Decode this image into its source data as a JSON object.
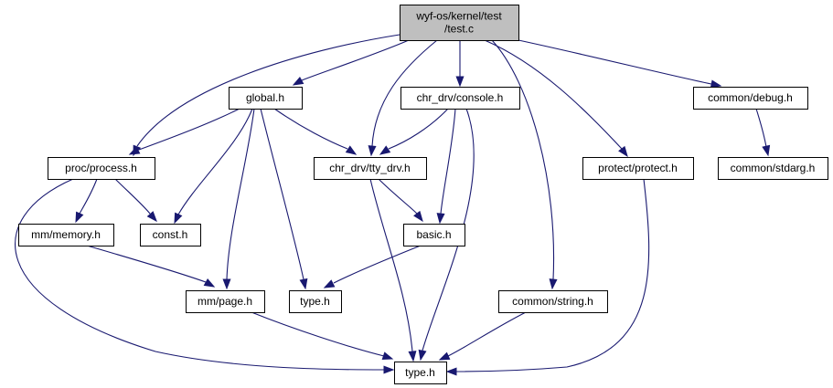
{
  "diagram": {
    "colors": {
      "edge": "#191970",
      "root_fill": "#bfbfbf",
      "node_fill": "#ffffff",
      "node_border": "#000000",
      "missing_border": "#bfbfbf"
    },
    "nodes": [
      {
        "id": "root",
        "lines": [
          "wyf-os/kernel/test",
          "/test.c"
        ],
        "style": "root"
      },
      {
        "id": "global",
        "lines": [
          "global.h"
        ],
        "style": "normal"
      },
      {
        "id": "console",
        "lines": [
          "chr_drv/console.h"
        ],
        "style": "normal"
      },
      {
        "id": "debug",
        "lines": [
          "common/debug.h"
        ],
        "style": "normal"
      },
      {
        "id": "process",
        "lines": [
          "proc/process.h"
        ],
        "style": "normal"
      },
      {
        "id": "tty",
        "lines": [
          "chr_drv/tty_drv.h"
        ],
        "style": "normal"
      },
      {
        "id": "protect",
        "lines": [
          "protect/protect.h"
        ],
        "style": "normal"
      },
      {
        "id": "stdarg",
        "lines": [
          "common/stdarg.h"
        ],
        "style": "normal"
      },
      {
        "id": "memory",
        "lines": [
          "mm/memory.h"
        ],
        "style": "normal"
      },
      {
        "id": "const",
        "lines": [
          "const.h"
        ],
        "style": "normal"
      },
      {
        "id": "basic",
        "lines": [
          "basic.h"
        ],
        "style": "normal"
      },
      {
        "id": "page",
        "lines": [
          "mm/page.h"
        ],
        "style": "normal"
      },
      {
        "id": "typeA",
        "lines": [
          "type.h"
        ],
        "style": "normal"
      },
      {
        "id": "string",
        "lines": [
          "common/string.h"
        ],
        "style": "normal"
      },
      {
        "id": "typeB",
        "lines": [
          "type.h"
        ],
        "style": "missing"
      }
    ],
    "edges": [
      {
        "from": "root",
        "to": "process"
      },
      {
        "from": "root",
        "to": "global"
      },
      {
        "from": "root",
        "to": "tty"
      },
      {
        "from": "root",
        "to": "console"
      },
      {
        "from": "root",
        "to": "protect"
      },
      {
        "from": "root",
        "to": "string"
      },
      {
        "from": "root",
        "to": "debug"
      },
      {
        "from": "global",
        "to": "process"
      },
      {
        "from": "global",
        "to": "tty"
      },
      {
        "from": "global",
        "to": "const"
      },
      {
        "from": "global",
        "to": "page"
      },
      {
        "from": "global",
        "to": "typeA"
      },
      {
        "from": "console",
        "to": "tty"
      },
      {
        "from": "console",
        "to": "basic"
      },
      {
        "from": "console",
        "to": "typeB"
      },
      {
        "from": "debug",
        "to": "stdarg"
      },
      {
        "from": "process",
        "to": "memory"
      },
      {
        "from": "process",
        "to": "const"
      },
      {
        "from": "process",
        "to": "typeB"
      },
      {
        "from": "tty",
        "to": "basic"
      },
      {
        "from": "tty",
        "to": "typeB"
      },
      {
        "from": "protect",
        "to": "typeB"
      },
      {
        "from": "memory",
        "to": "page"
      },
      {
        "from": "basic",
        "to": "typeA"
      },
      {
        "from": "page",
        "to": "typeB"
      },
      {
        "from": "string",
        "to": "typeB"
      }
    ]
  }
}
